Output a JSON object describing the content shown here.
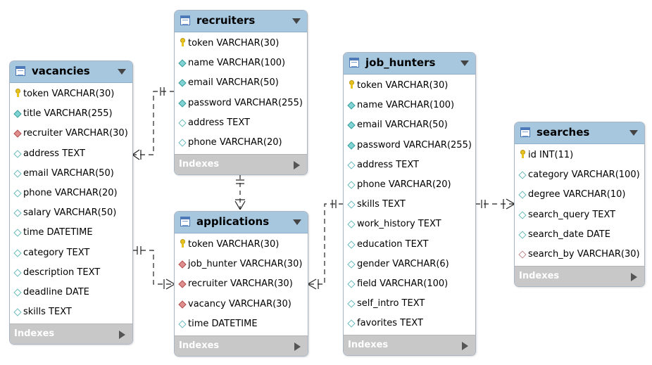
{
  "indexes_label": "Indexes",
  "tables": {
    "recruiters": {
      "name": "recruiters",
      "columns": [
        {
          "label": "token VARCHAR(30)",
          "icon": "pk"
        },
        {
          "label": "name VARCHAR(100)",
          "icon": "nn"
        },
        {
          "label": "email VARCHAR(50)",
          "icon": "nn"
        },
        {
          "label": "password VARCHAR(255)",
          "icon": "nn"
        },
        {
          "label": "address TEXT",
          "icon": "col"
        },
        {
          "label": "phone VARCHAR(20)",
          "icon": "col"
        }
      ]
    },
    "vacancies": {
      "name": "vacancies",
      "columns": [
        {
          "label": "token VARCHAR(30)",
          "icon": "pk"
        },
        {
          "label": "title VARCHAR(255)",
          "icon": "nn"
        },
        {
          "label": "recruiter VARCHAR(30)",
          "icon": "fk"
        },
        {
          "label": "address TEXT",
          "icon": "col"
        },
        {
          "label": "email VARCHAR(50)",
          "icon": "col"
        },
        {
          "label": "phone VARCHAR(20)",
          "icon": "col"
        },
        {
          "label": "salary VARCHAR(50)",
          "icon": "col"
        },
        {
          "label": "time DATETIME",
          "icon": "col"
        },
        {
          "label": "category TEXT",
          "icon": "col"
        },
        {
          "label": "description TEXT",
          "icon": "col"
        },
        {
          "label": "deadline DATE",
          "icon": "col"
        },
        {
          "label": "skills TEXT",
          "icon": "col"
        }
      ]
    },
    "applications": {
      "name": "applications",
      "columns": [
        {
          "label": "token VARCHAR(30)",
          "icon": "pk"
        },
        {
          "label": "job_hunter VARCHAR(30)",
          "icon": "fk"
        },
        {
          "label": "recruiter VARCHAR(30)",
          "icon": "fk"
        },
        {
          "label": "vacancy VARCHAR(30)",
          "icon": "fk"
        },
        {
          "label": "time DATETIME",
          "icon": "col"
        }
      ]
    },
    "job_hunters": {
      "name": "job_hunters",
      "columns": [
        {
          "label": "token VARCHAR(30)",
          "icon": "pk"
        },
        {
          "label": "name VARCHAR(100)",
          "icon": "nn"
        },
        {
          "label": "email VARCHAR(50)",
          "icon": "nn"
        },
        {
          "label": "password VARCHAR(255)",
          "icon": "nn"
        },
        {
          "label": "address TEXT",
          "icon": "col"
        },
        {
          "label": "phone VARCHAR(20)",
          "icon": "col"
        },
        {
          "label": "skills TEXT",
          "icon": "col"
        },
        {
          "label": "work_history TEXT",
          "icon": "col"
        },
        {
          "label": "education TEXT",
          "icon": "col"
        },
        {
          "label": "gender VARCHAR(6)",
          "icon": "col"
        },
        {
          "label": "field VARCHAR(100)",
          "icon": "col"
        },
        {
          "label": "self_intro TEXT",
          "icon": "col"
        },
        {
          "label": "favorites TEXT",
          "icon": "col"
        }
      ]
    },
    "searches": {
      "name": "searches",
      "columns": [
        {
          "label": "id INT(11)",
          "icon": "pk"
        },
        {
          "label": "category VARCHAR(100)",
          "icon": "col"
        },
        {
          "label": "degree VARCHAR(10)",
          "icon": "col"
        },
        {
          "label": "search_query TEXT",
          "icon": "col"
        },
        {
          "label": "search_date DATE",
          "icon": "col"
        },
        {
          "label": "search_by VARCHAR(30)",
          "icon": "fkn"
        }
      ]
    }
  }
}
